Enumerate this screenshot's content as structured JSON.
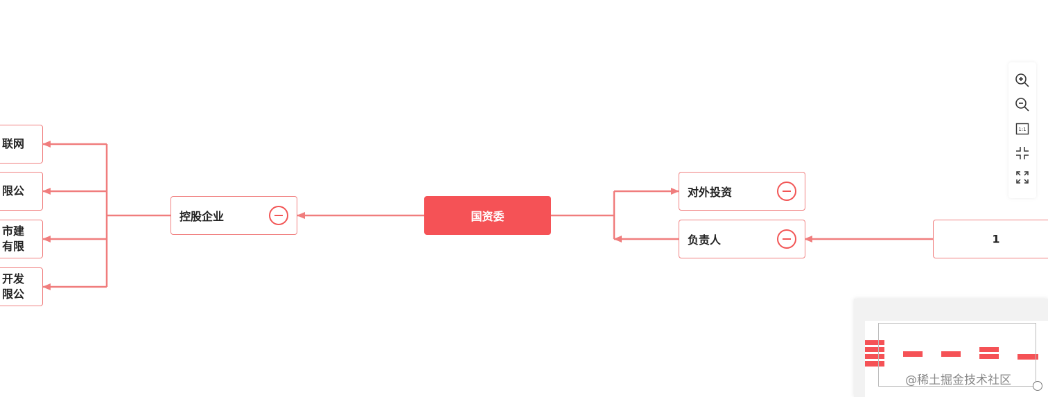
{
  "root": {
    "label": "国资委"
  },
  "left_branch": {
    "label": "控股企业",
    "children": [
      {
        "label": "联网"
      },
      {
        "label": "限公"
      },
      {
        "label": "市建\n有限"
      },
      {
        "label": "开发\n限公"
      }
    ]
  },
  "right_branches": [
    {
      "label": "对外投资"
    },
    {
      "label": "负责人"
    }
  ],
  "far_right_node": {
    "label": "1"
  },
  "toolbar": {
    "items": [
      {
        "name": "zoom-in-icon"
      },
      {
        "name": "zoom-out-icon"
      },
      {
        "name": "actual-size-icon",
        "text": "1:1"
      },
      {
        "name": "shrink-icon"
      },
      {
        "name": "expand-icon"
      }
    ]
  },
  "watermark": "@稀土掘金技术社区",
  "colors": {
    "accent": "#f55256",
    "edge": "#f07d7d",
    "border": "#f08080"
  }
}
